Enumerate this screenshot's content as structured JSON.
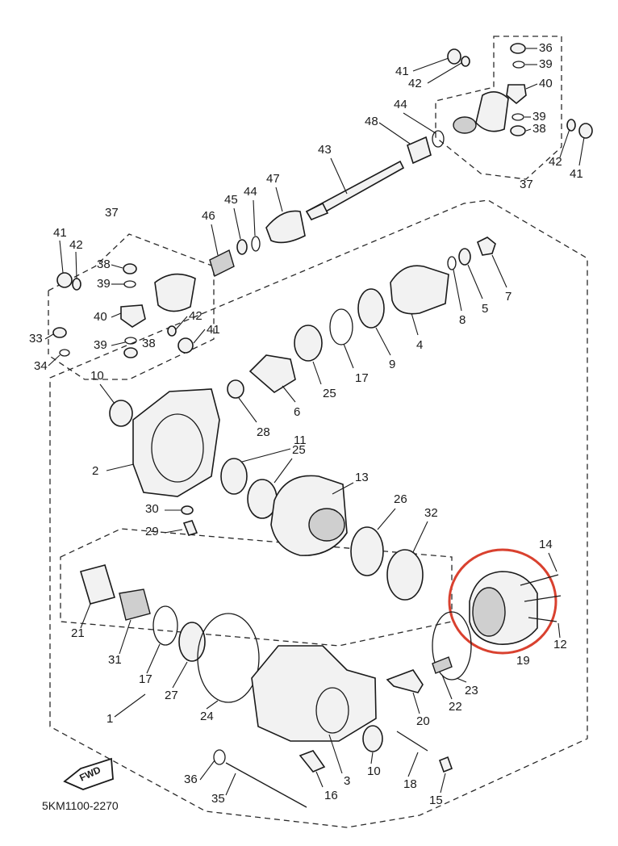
{
  "diagram": {
    "drawing_code": "5KM1100-2270",
    "direction_label": "FWD",
    "highlight_color": "#d9412f",
    "ink_color": "#1a1a1a",
    "callouts": [
      {
        "id": "c41a",
        "label": "41"
      },
      {
        "id": "c42a",
        "label": "42"
      },
      {
        "id": "c36a",
        "label": "36"
      },
      {
        "id": "c39a",
        "label": "39"
      },
      {
        "id": "c40a",
        "label": "40"
      },
      {
        "id": "c44a",
        "label": "44"
      },
      {
        "id": "c48",
        "label": "48"
      },
      {
        "id": "c39b",
        "label": "39"
      },
      {
        "id": "c38a",
        "label": "38"
      },
      {
        "id": "c43",
        "label": "43"
      },
      {
        "id": "c42b",
        "label": "42"
      },
      {
        "id": "c41b",
        "label": "41"
      },
      {
        "id": "c37a",
        "label": "37"
      },
      {
        "id": "c47",
        "label": "47"
      },
      {
        "id": "c45",
        "label": "45"
      },
      {
        "id": "c44b",
        "label": "44"
      },
      {
        "id": "c46",
        "label": "46"
      },
      {
        "id": "c37b",
        "label": "37"
      },
      {
        "id": "c41c",
        "label": "41"
      },
      {
        "id": "c42c",
        "label": "42"
      },
      {
        "id": "c38b",
        "label": "38"
      },
      {
        "id": "c39c",
        "label": "39"
      },
      {
        "id": "c40b",
        "label": "40"
      },
      {
        "id": "c42d",
        "label": "42"
      },
      {
        "id": "c41d",
        "label": "41"
      },
      {
        "id": "c33",
        "label": "33"
      },
      {
        "id": "c39d",
        "label": "39"
      },
      {
        "id": "c38c",
        "label": "38"
      },
      {
        "id": "c34",
        "label": "34"
      },
      {
        "id": "c7",
        "label": "7"
      },
      {
        "id": "c5",
        "label": "5"
      },
      {
        "id": "c8",
        "label": "8"
      },
      {
        "id": "c4",
        "label": "4"
      },
      {
        "id": "c9",
        "label": "9"
      },
      {
        "id": "c17a",
        "label": "17"
      },
      {
        "id": "c25a",
        "label": "25"
      },
      {
        "id": "c6",
        "label": "6"
      },
      {
        "id": "c28",
        "label": "28"
      },
      {
        "id": "c10a",
        "label": "10"
      },
      {
        "id": "c2",
        "label": "2"
      },
      {
        "id": "c11",
        "label": "11"
      },
      {
        "id": "c25b",
        "label": "25"
      },
      {
        "id": "c13",
        "label": "13"
      },
      {
        "id": "c30",
        "label": "30"
      },
      {
        "id": "c29",
        "label": "29"
      },
      {
        "id": "c26",
        "label": "26"
      },
      {
        "id": "c32",
        "label": "32"
      },
      {
        "id": "c14",
        "label": "14"
      },
      {
        "id": "c12",
        "label": "12"
      },
      {
        "id": "c19",
        "label": "19"
      },
      {
        "id": "c21",
        "label": "21"
      },
      {
        "id": "c31",
        "label": "31"
      },
      {
        "id": "c17b",
        "label": "17"
      },
      {
        "id": "c27",
        "label": "27"
      },
      {
        "id": "c23",
        "label": "23"
      },
      {
        "id": "c22",
        "label": "22"
      },
      {
        "id": "c1",
        "label": "1"
      },
      {
        "id": "c24",
        "label": "24"
      },
      {
        "id": "c20",
        "label": "20"
      },
      {
        "id": "c3",
        "label": "3"
      },
      {
        "id": "c10b",
        "label": "10"
      },
      {
        "id": "c36b",
        "label": "36"
      },
      {
        "id": "c16",
        "label": "16"
      },
      {
        "id": "c18",
        "label": "18"
      },
      {
        "id": "c15",
        "label": "15"
      },
      {
        "id": "c35",
        "label": "35"
      }
    ]
  }
}
